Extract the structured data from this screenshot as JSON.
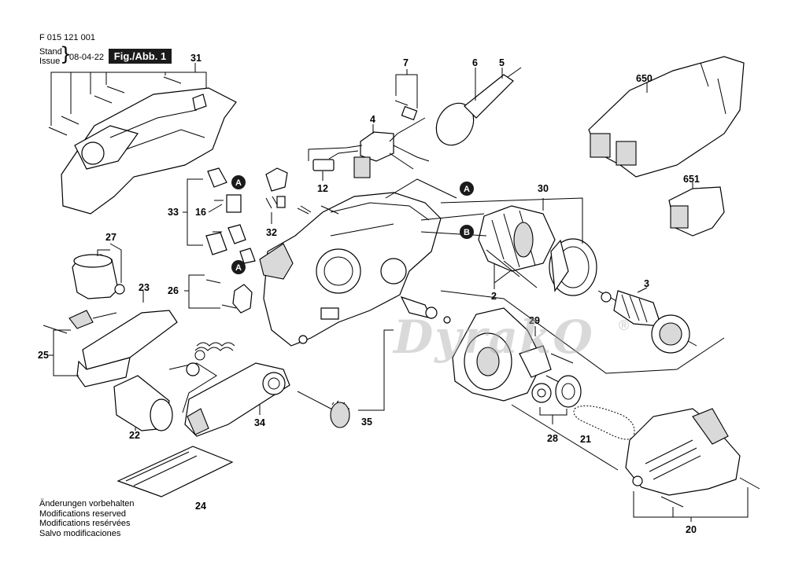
{
  "header": {
    "doc_number": "F 015 121 001",
    "stand_label": "Stand",
    "issue_label": "Issue",
    "date": "08-04-22",
    "figure_label": "Fig./Abb. 1"
  },
  "watermark": {
    "text": "DyrakO",
    "mark": "®"
  },
  "footer_notes": [
    "Änderungen vorbehalten",
    "Modifications reserved",
    "Modifications resérvées",
    "Salvo modificaciones"
  ],
  "part_labels": [
    "31",
    "7",
    "6",
    "5",
    "650",
    "4",
    "12",
    "A",
    "30",
    "651",
    "33",
    "16",
    "32",
    "B",
    "27",
    "23",
    "26",
    "A",
    "2",
    "3",
    "25",
    "29",
    "22",
    "34",
    "35",
    "28",
    "21",
    "24",
    "20"
  ],
  "callouts": [
    "A",
    "A",
    "A",
    "B"
  ]
}
